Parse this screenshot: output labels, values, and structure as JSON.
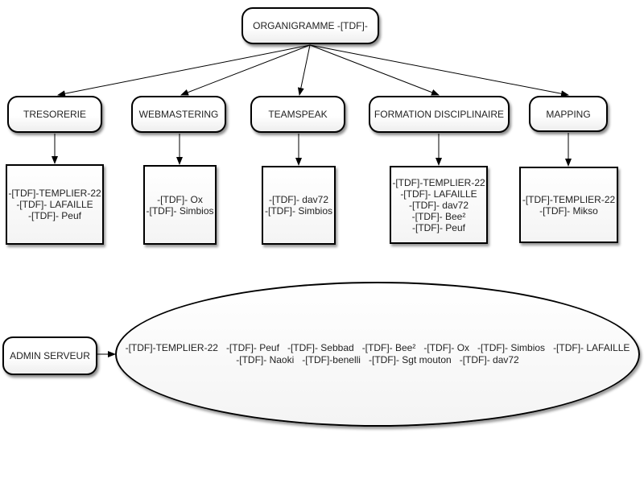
{
  "root": {
    "label": "ORGANIGRAMME -[TDF]-"
  },
  "departments": [
    {
      "label": "TRESORERIE",
      "members": [
        "-[TDF]-TEMPLIER-22",
        "-[TDF]- LAFAILLE",
        "-[TDF]- Peuf"
      ]
    },
    {
      "label": "WEBMASTERING",
      "members": [
        "-[TDF]- Ox",
        "-[TDF]- Simbios"
      ]
    },
    {
      "label": "TEAMSPEAK",
      "members": [
        "-[TDF]- dav72",
        "-[TDF]- Simbios"
      ]
    },
    {
      "label": "FORMATION DISCIPLINAIRE",
      "members": [
        "-[TDF]-TEMPLIER-22",
        "-[TDF]- LAFAILLE",
        "-[TDF]- dav72",
        "-[TDF]- Bee²",
        "-[TDF]- Peuf"
      ]
    },
    {
      "label": "MAPPING",
      "members": [
        "-[TDF]-TEMPLIER-22",
        "-[TDF]- Mikso"
      ]
    }
  ],
  "admin": {
    "label": "ADMIN SERVEUR",
    "members_row1": [
      "-[TDF]-TEMPLIER-22",
      "-[TDF]- Peuf",
      "-[TDF]- Sebbad",
      "-[TDF]- Bee²",
      "-[TDF]- Ox",
      "-[TDF]- Simbios",
      "-[TDF]- LAFAILLE"
    ],
    "members_row2": [
      "-[TDF]- Naoki",
      "-[TDF]-benelli",
      "-[TDF]- Sgt mouton",
      "-[TDF]- dav72"
    ]
  }
}
